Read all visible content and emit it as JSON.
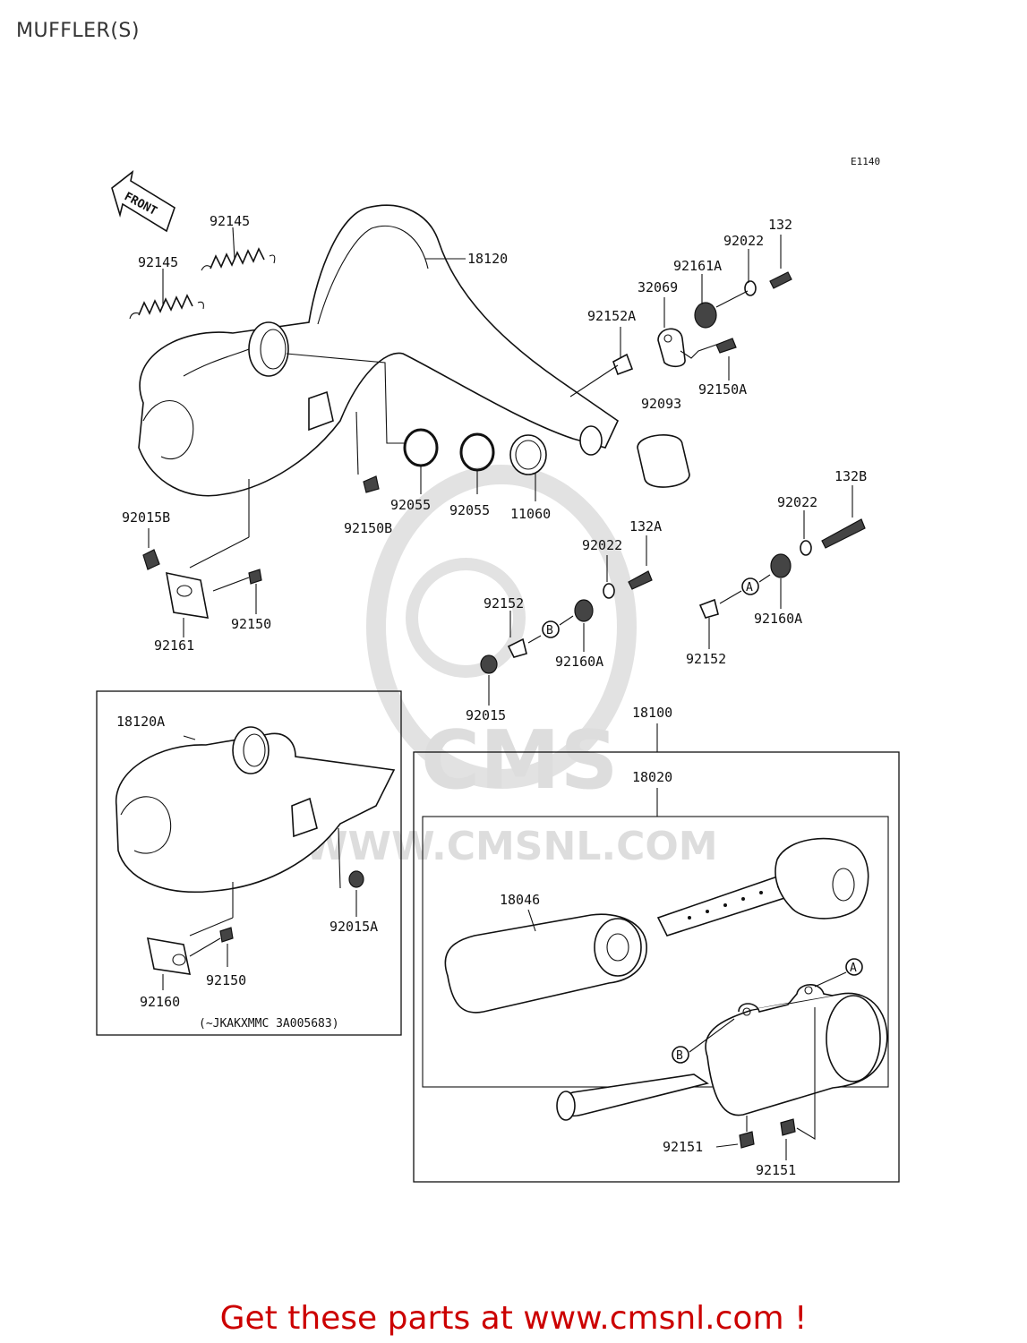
{
  "title": "MUFFLER(S)",
  "diagram_code": "E1140",
  "front_label": "FRONT",
  "watermark": {
    "logo": "CMS",
    "url": "WWW.CMSNL.COM"
  },
  "inset_note": "(~JKAKXMMC 3A005683)",
  "ref_markers": {
    "a": "A",
    "b": "B"
  },
  "labels": {
    "l18120": "18120",
    "l92145_top": "92145",
    "l92145_left": "92145",
    "l92022_top": "92022",
    "l132": "132",
    "l92161A": "92161A",
    "l32069": "32069",
    "l92152A": "92152A",
    "l92150A": "92150A",
    "l92093": "92093",
    "l92055_a": "92055",
    "l92055_b": "92055",
    "l11060": "11060",
    "l92150B": "92150B",
    "l92015B": "92015B",
    "l92150_upper": "92150",
    "l92161": "92161",
    "l92022_mid": "92022",
    "l132A": "132A",
    "l92152_mid": "92152",
    "l92160A_mid": "92160A",
    "l92015": "92015",
    "l92022_right": "92022",
    "l132B": "132B",
    "l92160A_right": "92160A",
    "l92152_right": "92152",
    "l18120A": "18120A",
    "l92015A": "92015A",
    "l92150_lower": "92150",
    "l92160": "92160",
    "l18100": "18100",
    "l18020": "18020",
    "l18046": "18046",
    "l92151_a": "92151",
    "l92151_b": "92151"
  },
  "footer": "Get these parts at www.cmsnl.com !"
}
